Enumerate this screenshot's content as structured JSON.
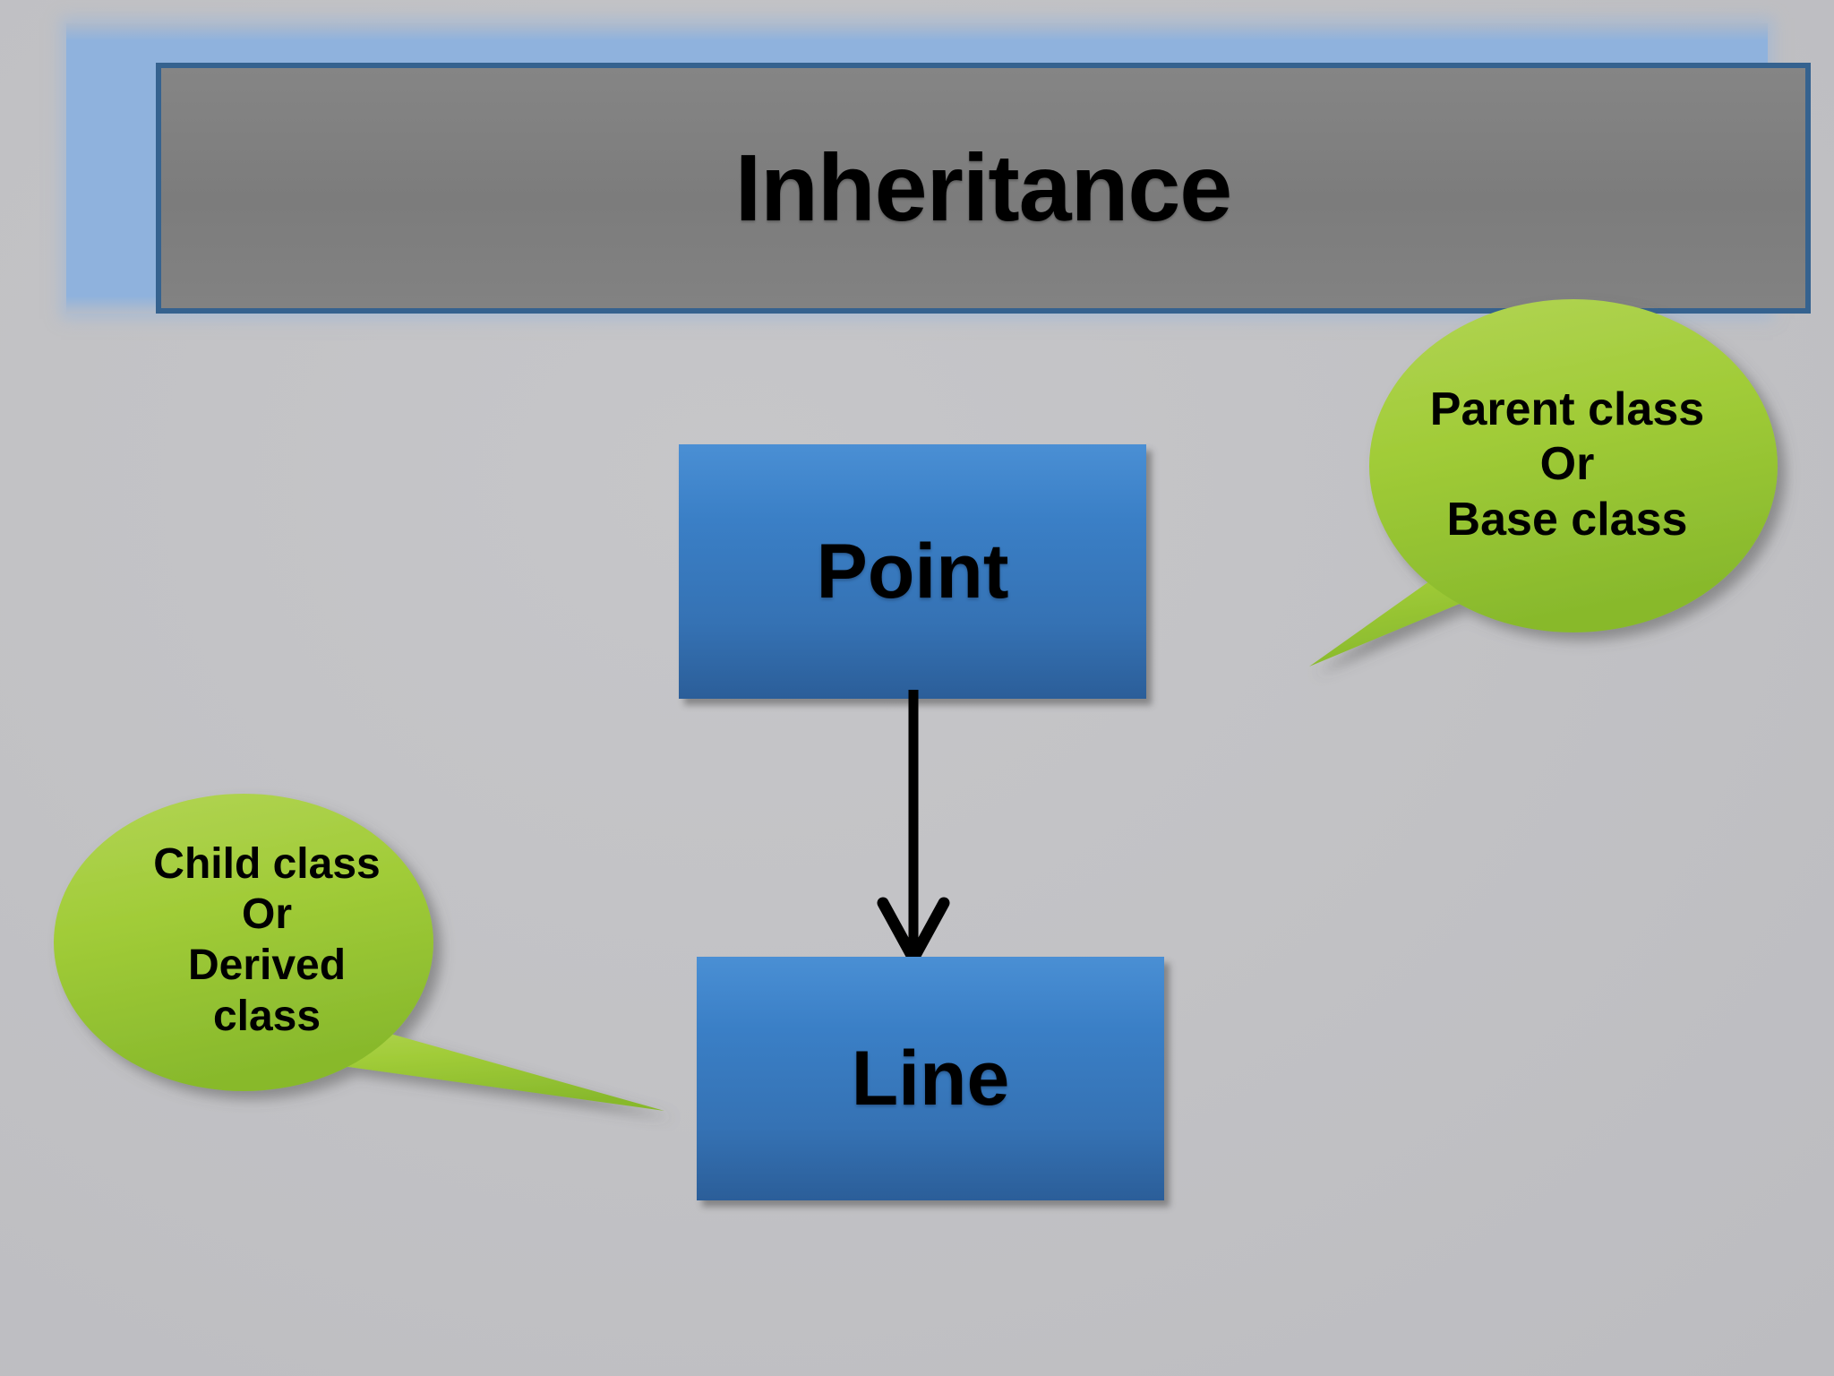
{
  "slide": {
    "background_color": "#c2c2c5",
    "title": {
      "text": "Inheritance",
      "frame_glow_color": "#8fb2dd",
      "frame_border_color": "#35628f",
      "fill_color": "#7f7f7f",
      "text_color": "#000000"
    }
  },
  "diagram": {
    "type": "class-inheritance",
    "box_color": "#3a7fc6",
    "arrow_color": "#000000",
    "boxes": [
      {
        "id": "point",
        "label": "Point",
        "role": "base"
      },
      {
        "id": "line",
        "label": "Line",
        "role": "derived"
      }
    ],
    "relationship": {
      "from": "Point",
      "to": "Line",
      "arrow_direction": "down",
      "meaning": "Line inherits from Point"
    }
  },
  "callouts": [
    {
      "id": "parent",
      "points_to": "Point",
      "fill_color": "#a3cc3a",
      "tail_direction": "lower-left",
      "lines": [
        "Parent class",
        "Or",
        "Base class"
      ]
    },
    {
      "id": "child",
      "points_to": "Line",
      "fill_color": "#a3cc3a",
      "tail_direction": "lower-right",
      "lines": [
        "Child class",
        "Or",
        "Derived",
        "class"
      ]
    }
  ]
}
